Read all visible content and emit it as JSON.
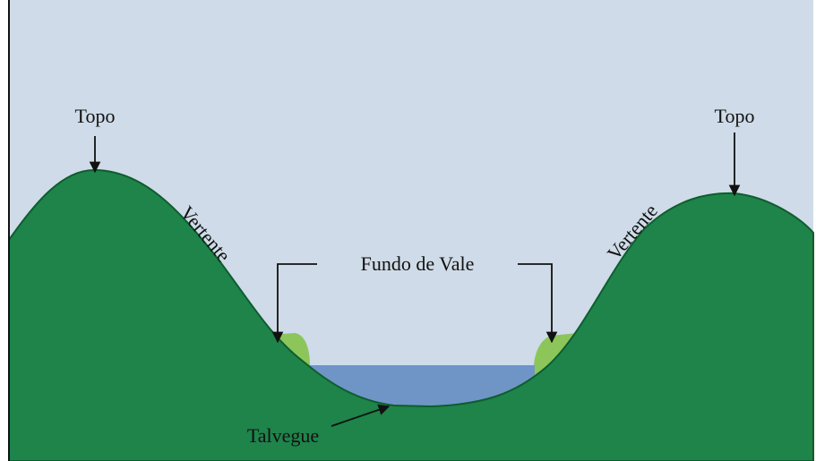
{
  "labels": {
    "peak_left": "Topo",
    "peak_right": "Topo",
    "slope_left": "Vertente",
    "slope_right": "Vertente",
    "valley_floor": "Fundo de Vale",
    "thalweg": "Talvegue"
  },
  "colors": {
    "sky": "#cfdbe8",
    "hill": "#1e844a",
    "hill_outline": "#0f5c30",
    "floodplain": "#8cc65a",
    "water": "#6f95c6",
    "arrow": "#111111"
  }
}
